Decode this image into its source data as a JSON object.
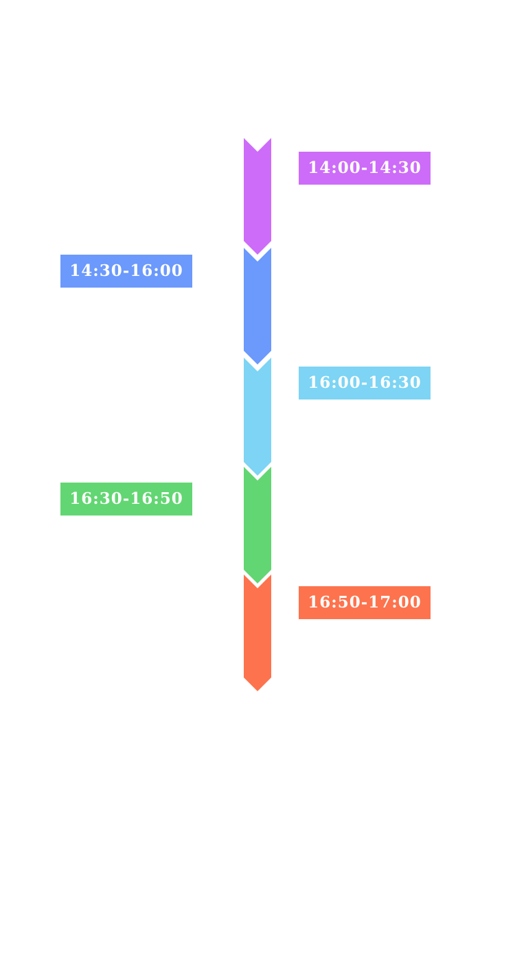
{
  "timeline": {
    "segments": [
      {
        "label": "14:00-14:30",
        "color": "#cd6cf8"
      },
      {
        "label": "14:30-16:00",
        "color": "#6b99fc"
      },
      {
        "label": "16:00-16:30",
        "color": "#7dd4f4"
      },
      {
        "label": "16:30-16:50",
        "color": "#62d672"
      },
      {
        "label": "16:50-17:00",
        "color": "#fd734d"
      }
    ]
  }
}
